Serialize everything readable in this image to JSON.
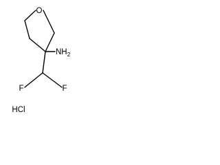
{
  "molecule": {
    "atoms": {
      "oxygen": "O",
      "amine": "NH",
      "amine_subscript": "2",
      "fluorine_left": "F",
      "fluorine_right": "F"
    },
    "salt": "HCl"
  },
  "colors": {
    "ink": "#000000",
    "background": "#ffffff"
  }
}
